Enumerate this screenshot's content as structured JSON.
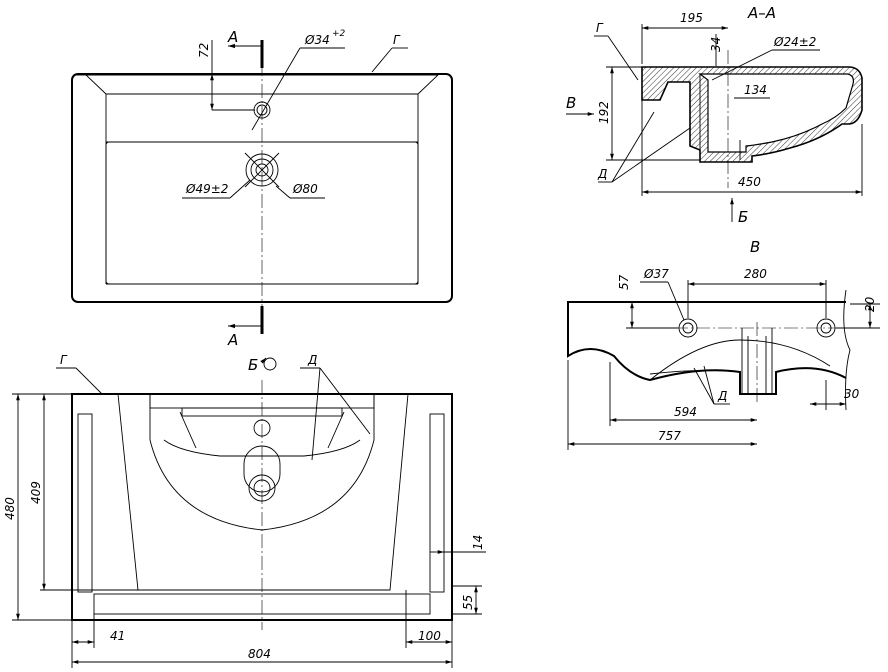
{
  "views": {
    "top": {
      "section_marker": "А",
      "dims": {
        "d72": "72",
        "hole34": "Ø34",
        "hole34_tol": "+2",
        "drain49": "Ø49±2",
        "drain80": "Ø80"
      },
      "leader_g": "Г"
    },
    "section_aa": {
      "title": "А–А",
      "arrow_v": "В",
      "arrow_b": "Б",
      "dims": {
        "d195": "195",
        "d34": "34",
        "d24": "Ø24±2",
        "d134": "134",
        "d192": "192",
        "d450": "450"
      },
      "leader_g": "Г",
      "leader_d": "Д"
    },
    "view_v": {
      "title": "В",
      "dims": {
        "d37": "Ø37",
        "d280": "280",
        "d57": "57",
        "d20": "20",
        "d594": "594",
        "d757": "757",
        "d30": "30"
      },
      "leader_d": "Д"
    },
    "view_b": {
      "title": "Б",
      "leader_g": "Г",
      "leader_d": "Д",
      "dims": {
        "d480": "480",
        "d409": "409",
        "d14": "14",
        "d55": "55",
        "d41": "41",
        "d804": "804",
        "d100": "100"
      }
    }
  }
}
